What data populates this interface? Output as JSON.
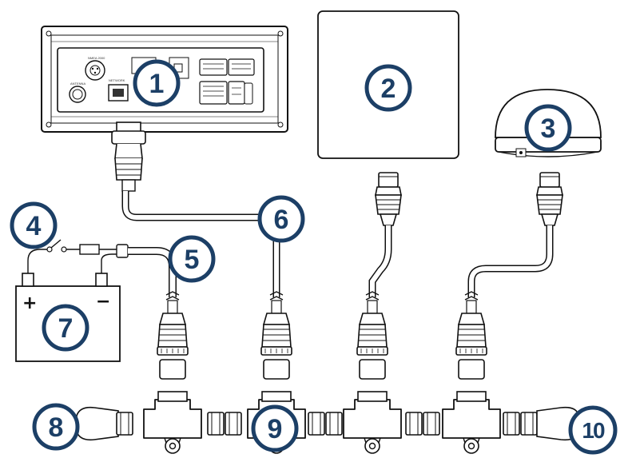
{
  "callouts": {
    "c1": "1",
    "c2": "2",
    "c3": "3",
    "c4": "4",
    "c5": "5",
    "c6": "6",
    "c7": "7",
    "c8": "8",
    "c9": "9",
    "c10": "10"
  },
  "battery": {
    "positive": "+",
    "negative": "−"
  },
  "colors": {
    "callout_ring": "#1c3f66",
    "callout_fill": "#ffffff",
    "line": "#111111",
    "fill_light": "#eeeeee"
  }
}
